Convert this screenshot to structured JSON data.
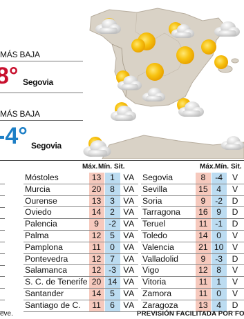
{
  "extremes": {
    "max_label": "MÁS BAJA",
    "max_value": "8°",
    "max_city": "Segovia",
    "min_label": "MÁS BAJA",
    "min_value": "-4°",
    "min_city": "Segovia"
  },
  "map": {
    "sun_color": "#f5b90c",
    "cloud_color": "#d7d7d7",
    "land_color": "#d9d2c6",
    "sea_color": "#ffffff"
  },
  "header": {
    "max": "Máx.",
    "min": "Mín.",
    "sit": "Sit."
  },
  "table_left": [
    {
      "city": "Móstoles",
      "max": "13",
      "min": "1",
      "sit": "VA"
    },
    {
      "city": "Murcia",
      "max": "20",
      "min": "8",
      "sit": "VA"
    },
    {
      "city": "Ourense",
      "max": "13",
      "min": "3",
      "sit": "VA"
    },
    {
      "city": "Oviedo",
      "max": "14",
      "min": "2",
      "sit": "VA"
    },
    {
      "city": "Palencia",
      "max": "9",
      "min": "-2",
      "sit": "VA"
    },
    {
      "city": "Palma",
      "max": "12",
      "min": "5",
      "sit": "VA"
    },
    {
      "city": "Pamplona",
      "max": "11",
      "min": "0",
      "sit": "VA"
    },
    {
      "city": "Pontevedra",
      "max": "12",
      "min": "7",
      "sit": "VA"
    },
    {
      "city": "Salamanca",
      "max": "12",
      "min": "-3",
      "sit": "VA"
    },
    {
      "city": "S. C. de Tenerife",
      "max": "20",
      "min": "14",
      "sit": "VA"
    },
    {
      "city": "Santander",
      "max": "14",
      "min": "5",
      "sit": "VA"
    },
    {
      "city": "Santiago de C.",
      "max": "11",
      "min": "6",
      "sit": "VA"
    }
  ],
  "table_right": [
    {
      "city": "Segovia",
      "max": "8",
      "min": "-4",
      "sit": "V"
    },
    {
      "city": "Sevilla",
      "max": "15",
      "min": "4",
      "sit": "V"
    },
    {
      "city": "Soria",
      "max": "9",
      "min": "-2",
      "sit": "D"
    },
    {
      "city": "Tarragona",
      "max": "16",
      "min": "9",
      "sit": "D"
    },
    {
      "city": "Teruel",
      "max": "11",
      "min": "-1",
      "sit": "D"
    },
    {
      "city": "Toledo",
      "max": "14",
      "min": "0",
      "sit": "V"
    },
    {
      "city": "Valencia",
      "max": "21",
      "min": "10",
      "sit": "V"
    },
    {
      "city": "Valladolid",
      "max": "9",
      "min": "-3",
      "sit": "D"
    },
    {
      "city": "Vigo",
      "max": "12",
      "min": "8",
      "sit": "V"
    },
    {
      "city": "Vitoria",
      "max": "11",
      "min": "1",
      "sit": "V"
    },
    {
      "city": "Zamora",
      "max": "11",
      "min": "0",
      "sit": "V"
    },
    {
      "city": "Zaragoza",
      "max": "13",
      "min": "4",
      "sit": "D"
    }
  ],
  "footer": {
    "left": "eve.",
    "right": "PREVISIÓN FACILITADA POR FORO"
  }
}
